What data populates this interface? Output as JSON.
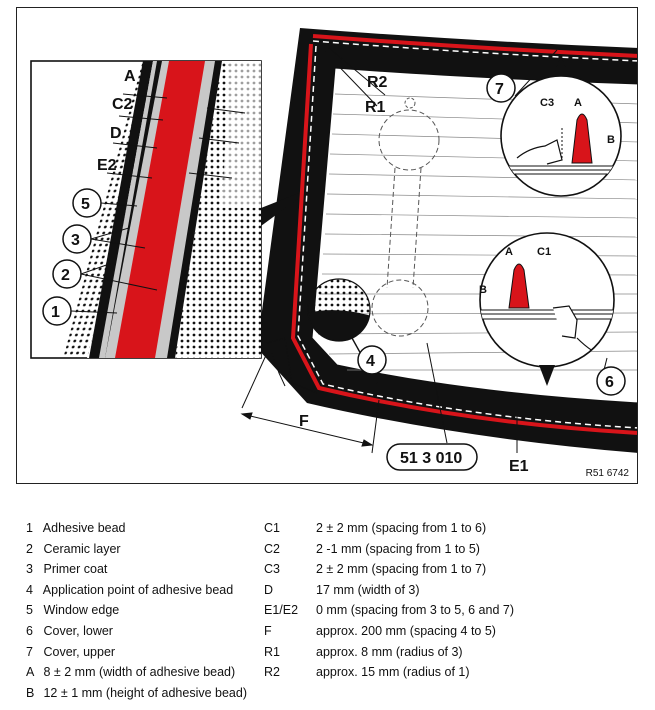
{
  "figure": {
    "code": "R51 6742",
    "callouts": {
      "A": "A",
      "C2": "C2",
      "D": "D",
      "E2": "E2",
      "n5": "5",
      "n3": "3",
      "n2": "2",
      "n1": "1",
      "R2": "R2",
      "R1": "R1",
      "n7": "7",
      "C3": "C3",
      "A_top": "A",
      "B_top": "B",
      "A_mid": "A",
      "C1": "C1",
      "B_mid": "B",
      "n4": "4",
      "F": "F",
      "part_no": "51 3 010",
      "E1": "E1",
      "n6": "6"
    }
  },
  "legend": {
    "left": [
      {
        "key": "1",
        "text": "Adhesive bead"
      },
      {
        "key": "2",
        "text": "Ceramic layer"
      },
      {
        "key": "3",
        "text": "Primer coat"
      },
      {
        "key": "4",
        "text": "Application point of adhesive bead"
      },
      {
        "key": "5",
        "text": "Window edge"
      },
      {
        "key": "6",
        "text": "Cover, lower"
      },
      {
        "key": "7",
        "text": "Cover, upper"
      },
      {
        "key": "A",
        "text": "8 ± 2 mm (width of adhesive bead)"
      },
      {
        "key": "B",
        "text": "12 ± 1 mm (height of adhesive bead)"
      }
    ],
    "right": [
      {
        "key": "C1",
        "text": "2 ± 2 mm (spacing from 1 to 6)"
      },
      {
        "key": "C2",
        "text": "2 -1 mm (spacing from 1 to 5)"
      },
      {
        "key": "C3",
        "text": "2 ± 2 mm (spacing from 1 to 7)"
      },
      {
        "key": "D",
        "text": "17 mm (width of 3)"
      },
      {
        "key": "E1/E2",
        "text": "0 mm (spacing from 3 to 5, 6 and 7)"
      },
      {
        "key": "F",
        "text": "approx. 200 mm (spacing 4 to 5)"
      },
      {
        "key": "R1",
        "text": "approx. 8 mm (radius of 3)"
      },
      {
        "key": "R2",
        "text": "approx. 15 mm (radius of 1)"
      }
    ]
  }
}
